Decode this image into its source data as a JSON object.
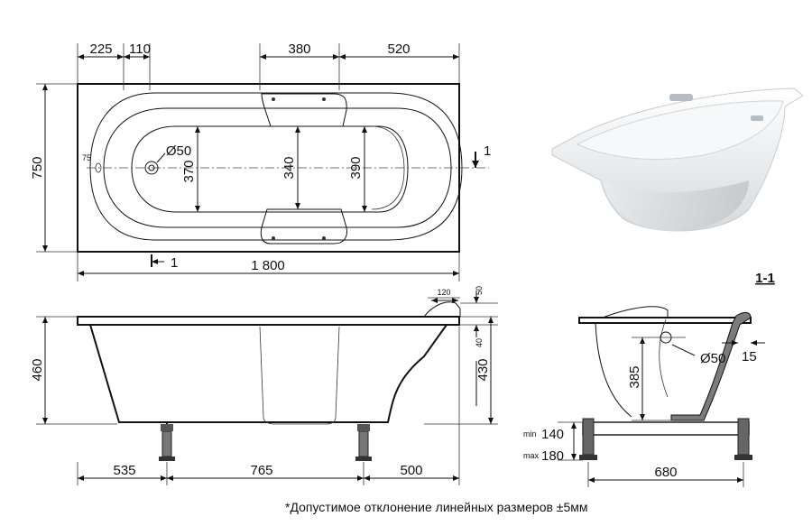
{
  "plan": {
    "top_dims": [
      "225",
      "110",
      "380",
      "520"
    ],
    "height": "750",
    "offset": "75",
    "drain": "Ø50",
    "inner_widths": [
      "370",
      "340",
      "390"
    ],
    "section_mark": "1",
    "length": "1 800"
  },
  "side": {
    "height": "460",
    "inner_depth": "430",
    "rim_width": "120",
    "rim_height": "50",
    "step": "40",
    "legs": [
      "535",
      "765",
      "500"
    ]
  },
  "section": {
    "title": "1-1",
    "depth": "385",
    "drain": "Ø50",
    "wall": "15",
    "min_label": "min",
    "min_value": "140",
    "max_label": "max",
    "max_value": "180",
    "width": "680"
  },
  "footnote": "*Допустимое отклонение линейных размеров  ±5мм"
}
